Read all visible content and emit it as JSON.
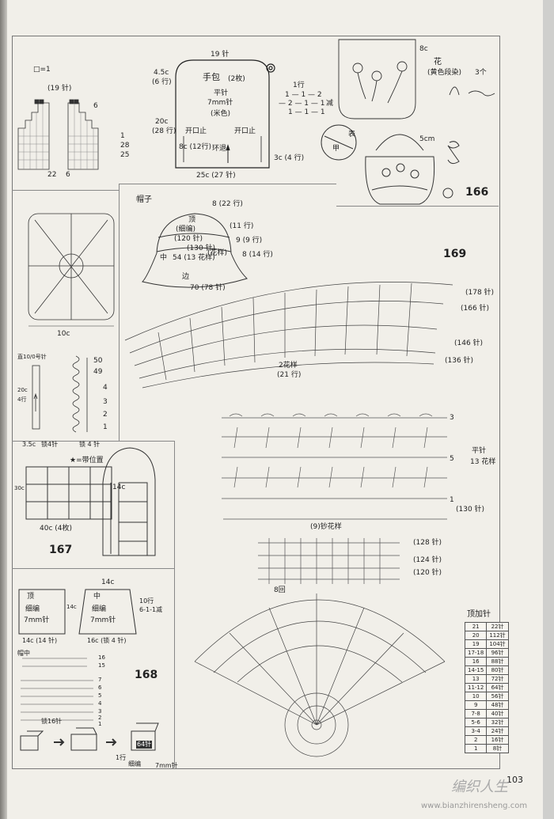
{
  "page_number": "103",
  "project_166": {
    "number": "166",
    "grid_legend": "□=1",
    "top_stitches": "(19 针)",
    "grid_side_labels": [
      "6",
      "1",
      "28",
      "25"
    ],
    "grid_bottom_labels": [
      "22",
      "6"
    ],
    "bag_top": "19 针",
    "bag_left_top": "4.5c",
    "bag_left_top2": "(6 行)",
    "bag_left_mid": "20c",
    "bag_left_mid2": "(28 行)",
    "bag_title": "手包",
    "bag_count": "(2枚)",
    "bag_stitch": "平针",
    "bag_needle": "7mm针",
    "bag_color": "(米色)",
    "opening_left": "开口止",
    "opening_right": "开口止",
    "bag_bottom_left": "8c (12行)",
    "bag_bottom_mid": "环退",
    "bag_bottom_right": "3c (4 行)",
    "bag_width": "25c (27 针)",
    "decrease_rows": [
      "1 — 1 — 2",
      "— 2 — 1 — 1",
      "1 — 1 — 1"
    ],
    "decrease_label": "减",
    "row_label": "1行",
    "flower_label": "花",
    "flower_color": "(黄色段染)",
    "flower_count": "3个",
    "pocket_size": "8c",
    "side_size": "5cm",
    "handle_labels": [
      "甲",
      "表"
    ]
  },
  "project_167": {
    "number": "167",
    "motif_size": "10c",
    "strip_labels": [
      "锁 4 针"
    ],
    "strip_left": "锁4针",
    "strip_size": "3.5c",
    "chain_rows": [
      "50",
      "49",
      "4",
      "3",
      "2",
      "1"
    ],
    "needle_note": "直10/0号针",
    "height_note": "20c",
    "rows_note": "4行",
    "grid_note": "★=带位置",
    "grid_height": "30c",
    "grid_width": "40c (4枚)",
    "bag_side": "14c"
  },
  "project_168": {
    "number": "168",
    "top_label": "顶",
    "top_stitch": "细编",
    "top_needle": "7mm针",
    "top_height": "14c",
    "top_width": "14c (14 针)",
    "mid_top": "14c",
    "mid_label": "中",
    "mid_stitch": "细编",
    "mid_needle": "7mm针",
    "mid_rows": "10行",
    "mid_decrease": "6-1-1减",
    "mid_width": "16c (锁 4 针)",
    "brim_label": "帽中",
    "brim_rows": [
      "16",
      "15",
      "7",
      "6",
      "5",
      "4",
      "3",
      "2",
      "1"
    ],
    "brim_base": "锁16针",
    "final_stitches": "64针",
    "bottom_labels": [
      "1行",
      "细编",
      "7mm针"
    ]
  },
  "project_169": {
    "number": "169",
    "hat_title": "帽子",
    "hat_labels": {
      "top": "8 (22 行)",
      "crown": "顶",
      "thin": "(细编)",
      "stitches120": "(120 针)",
      "stitches130": "(130 针)",
      "pattern": "(花样)",
      "rows11": "(11 行)",
      "rows9": "9 (9 行)",
      "mid": "中",
      "mid_count": "54 (13 花样)",
      "rows14": "8 (14 行)",
      "brim": "边",
      "brim_count": "70 (78 针)"
    },
    "band_counts": [
      "(178 针)",
      "(166 针)",
      "(146 针)",
      "(136 针)"
    ],
    "band_repeat": "2花样",
    "band_repeat2": "(21 行)",
    "mesh_side_top": "平针",
    "mesh_side_repeat": "13 花样",
    "mesh_side_count": "(130 针)",
    "mesh_repeat": "(9)钞花样",
    "mesh_rows": [
      "3",
      "5",
      "1"
    ],
    "chain_counts": [
      "(128 针)",
      "(124 针)",
      "(120 针)"
    ],
    "fan_label": "8回",
    "table_title": "顶加针",
    "table": [
      [
        "21",
        "22"
      ],
      [
        "20",
        "112"
      ],
      [
        "19",
        "104"
      ],
      [
        "17-18",
        "96"
      ],
      [
        "16",
        "88"
      ],
      [
        "14-15",
        "80"
      ],
      [
        "13",
        "72"
      ],
      [
        "11-12",
        "64"
      ],
      [
        "10",
        "56"
      ],
      [
        "9",
        "48"
      ],
      [
        "7-8",
        "40"
      ],
      [
        "5-6",
        "32"
      ],
      [
        "3-4",
        "24"
      ],
      [
        "2",
        "16"
      ],
      [
        "1",
        "8"
      ]
    ],
    "table_unit": "针"
  },
  "watermark": {
    "brand": "编织人生",
    "url": "www.bianzhirensheng.com"
  }
}
